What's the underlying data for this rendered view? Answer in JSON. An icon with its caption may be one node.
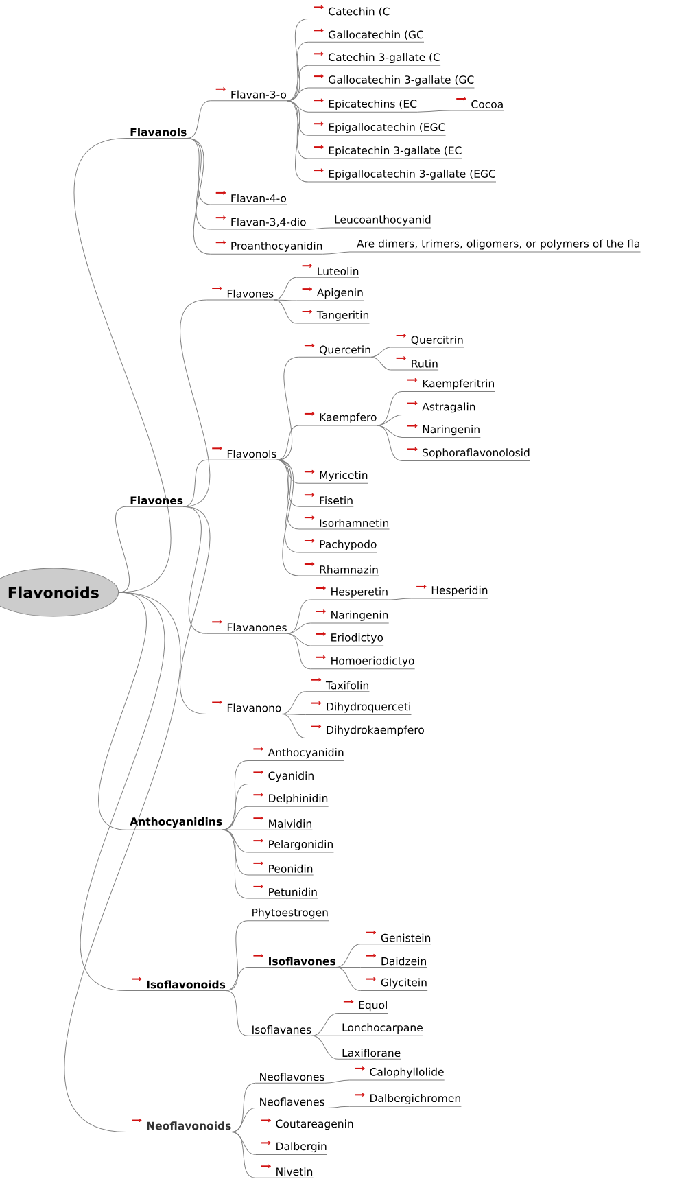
{
  "diagram": {
    "nodes": [
      {
        "text": [
          "Flavonoids"
        ]
      },
      {
        "text": [
          "Flavanols"
        ]
      },
      {
        "text": [
          "Flavan-3-o"
        ]
      },
      {
        "text": [
          "Catechin (C"
        ]
      },
      {
        "text": [
          "Gallocatechin (GC"
        ]
      },
      {
        "text": [
          "Catechin 3-gallate (C"
        ]
      },
      {
        "text": [
          "Gallocatechin 3-gallate (GC"
        ]
      },
      {
        "text": [
          "Epicatechins (EC"
        ]
      },
      {
        "text": [
          "Cocoa"
        ]
      },
      {
        "text": [
          "Epigallocatechin (EGC"
        ]
      },
      {
        "text": [
          "Epicatechin 3-gallate (EC"
        ]
      },
      {
        "text": [
          "Epigallocatechin 3-gallate (EGC"
        ]
      },
      {
        "text": [
          "Flavan-4-o"
        ]
      },
      {
        "text": [
          "Flavan-3,4-dio"
        ]
      },
      {
        "text": [
          "Leucoanthocyanid"
        ]
      },
      {
        "text": [
          "Proanthocyanidin"
        ]
      },
      {
        "text": [
          "Are dimers, trimers, oligomers, or polymers of the fla"
        ]
      },
      {
        "text": [
          "Flavones"
        ]
      },
      {
        "text": [
          "Flavones"
        ]
      },
      {
        "text": [
          "Luteolin"
        ]
      },
      {
        "text": [
          "Apigenin"
        ]
      },
      {
        "text": [
          "Tangeritin"
        ]
      },
      {
        "text": [
          "Flavonols"
        ]
      },
      {
        "text": [
          "Quercetin"
        ]
      },
      {
        "text": [
          "Quercitrin"
        ]
      },
      {
        "text": [
          "Rutin"
        ]
      },
      {
        "text": [
          "Kaempfero"
        ]
      },
      {
        "text": [
          "Kaempferitrin"
        ]
      },
      {
        "text": [
          "Astragalin"
        ]
      },
      {
        "text": [
          "Naringenin"
        ]
      },
      {
        "text": [
          "Sophoraflavonolosid"
        ]
      },
      {
        "text": [
          "Myricetin"
        ]
      },
      {
        "text": [
          "Fisetin"
        ]
      },
      {
        "text": [
          "Isorhamnetin"
        ]
      },
      {
        "text": [
          "Pachypodo"
        ]
      },
      {
        "text": [
          "Rhamnazin"
        ]
      },
      {
        "text": [
          "Flavanones"
        ]
      },
      {
        "text": [
          "Hesperetin"
        ]
      },
      {
        "text": [
          "Hesperidin"
        ]
      },
      {
        "text": [
          "Naringenin"
        ]
      },
      {
        "text": [
          "Eriodictyo"
        ]
      },
      {
        "text": [
          "Homoeriodictyo"
        ]
      },
      {
        "text": [
          "Flavanono"
        ]
      },
      {
        "text": [
          "Taxifolin"
        ]
      },
      {
        "text": [
          "Dihydroquerceti"
        ]
      },
      {
        "text": [
          "Dihydrokaempfero"
        ]
      },
      {
        "text": [
          "Anthocyanidins"
        ]
      },
      {
        "text": [
          "Anthocyanidin"
        ]
      },
      {
        "text": [
          "Cyanidin"
        ]
      },
      {
        "text": [
          "Delphinidin"
        ]
      },
      {
        "text": [
          "Malvidin"
        ]
      },
      {
        "text": [
          "Pelargonidin"
        ]
      },
      {
        "text": [
          "Peonidin"
        ]
      },
      {
        "text": [
          "Petunidin"
        ]
      },
      {
        "text": [
          "Isoflavonoids"
        ]
      },
      {
        "text": [
          "Phytoestrogen"
        ]
      },
      {
        "text": [
          "Isoflavones"
        ]
      },
      {
        "text": [
          "Genistein"
        ]
      },
      {
        "text": [
          "Daidzein"
        ]
      },
      {
        "text": [
          "Glycitein"
        ]
      },
      {
        "text": [
          "Isoflavanes"
        ]
      },
      {
        "text": [
          "Equol"
        ]
      },
      {
        "text": [
          "Lonchocarpane"
        ]
      },
      {
        "text": [
          "Laxiflorane"
        ]
      },
      {
        "text": [
          "Neoflavonoids"
        ]
      },
      {
        "text": [
          "Neoflavones"
        ]
      },
      {
        "text": [
          "Calophyllolide"
        ]
      },
      {
        "text": [
          "Neoflavenes"
        ]
      },
      {
        "text": [
          "Dalbergichromen"
        ]
      },
      {
        "text": [
          "Coutareagenin"
        ]
      },
      {
        "text": [
          "Dalbergin"
        ]
      },
      {
        "text": [
          "Nivetin"
        ]
      }
    ],
    "edges": [
      {
        "from": 0,
        "to": 1,
        "arrow": "none"
      },
      {
        "from": 1,
        "to": 2,
        "arrow": "none"
      },
      {
        "from": 2,
        "to": 3,
        "arrow": "none"
      },
      {
        "from": 2,
        "to": 4,
        "arrow": "none"
      },
      {
        "from": 2,
        "to": 5,
        "arrow": "none"
      },
      {
        "from": 2,
        "to": 6,
        "arrow": "none"
      },
      {
        "from": 2,
        "to": 7,
        "arrow": "none"
      },
      {
        "from": 7,
        "to": 8,
        "arrow": "none"
      },
      {
        "from": 2,
        "to": 9,
        "arrow": "none"
      },
      {
        "from": 2,
        "to": 10,
        "arrow": "none"
      },
      {
        "from": 2,
        "to": 11,
        "arrow": "none"
      },
      {
        "from": 1,
        "to": 12,
        "arrow": "none"
      },
      {
        "from": 1,
        "to": 13,
        "arrow": "none"
      },
      {
        "from": 13,
        "to": 14,
        "arrow": "none"
      },
      {
        "from": 1,
        "to": 15,
        "arrow": "none"
      },
      {
        "from": 15,
        "to": 16,
        "arrow": "none"
      },
      {
        "from": 0,
        "to": 17,
        "arrow": "none"
      },
      {
        "from": 17,
        "to": 18,
        "arrow": "none"
      },
      {
        "from": 18,
        "to": 19,
        "arrow": "none"
      },
      {
        "from": 18,
        "to": 20,
        "arrow": "none"
      },
      {
        "from": 18,
        "to": 21,
        "arrow": "none"
      },
      {
        "from": 17,
        "to": 22,
        "arrow": "none"
      },
      {
        "from": 22,
        "to": 23,
        "arrow": "none"
      },
      {
        "from": 23,
        "to": 24,
        "arrow": "none"
      },
      {
        "from": 23,
        "to": 25,
        "arrow": "none"
      },
      {
        "from": 22,
        "to": 26,
        "arrow": "none"
      },
      {
        "from": 26,
        "to": 27,
        "arrow": "none"
      },
      {
        "from": 26,
        "to": 28,
        "arrow": "none"
      },
      {
        "from": 26,
        "to": 29,
        "arrow": "none"
      },
      {
        "from": 26,
        "to": 30,
        "arrow": "none"
      },
      {
        "from": 22,
        "to": 31,
        "arrow": "none"
      },
      {
        "from": 22,
        "to": 32,
        "arrow": "none"
      },
      {
        "from": 22,
        "to": 33,
        "arrow": "none"
      },
      {
        "from": 22,
        "to": 34,
        "arrow": "none"
      },
      {
        "from": 22,
        "to": 35,
        "arrow": "none"
      },
      {
        "from": 17,
        "to": 36,
        "arrow": "none"
      },
      {
        "from": 36,
        "to": 37,
        "arrow": "none"
      },
      {
        "from": 37,
        "to": 38,
        "arrow": "none"
      },
      {
        "from": 36,
        "to": 39,
        "arrow": "none"
      },
      {
        "from": 36,
        "to": 40,
        "arrow": "none"
      },
      {
        "from": 36,
        "to": 41,
        "arrow": "none"
      },
      {
        "from": 17,
        "to": 42,
        "arrow": "none"
      },
      {
        "from": 42,
        "to": 43,
        "arrow": "none"
      },
      {
        "from": 42,
        "to": 44,
        "arrow": "none"
      },
      {
        "from": 42,
        "to": 45,
        "arrow": "none"
      },
      {
        "from": 0,
        "to": 46,
        "arrow": "none"
      },
      {
        "from": 46,
        "to": 47,
        "arrow": "none"
      },
      {
        "from": 46,
        "to": 48,
        "arrow": "none"
      },
      {
        "from": 46,
        "to": 49,
        "arrow": "none"
      },
      {
        "from": 46,
        "to": 50,
        "arrow": "none"
      },
      {
        "from": 46,
        "to": 51,
        "arrow": "none"
      },
      {
        "from": 46,
        "to": 52,
        "arrow": "none"
      },
      {
        "from": 46,
        "to": 53,
        "arrow": "none"
      },
      {
        "from": 0,
        "to": 54,
        "arrow": "none"
      },
      {
        "from": 54,
        "to": 55,
        "arrow": "none"
      },
      {
        "from": 54,
        "to": 56,
        "arrow": "none"
      },
      {
        "from": 56,
        "to": 57,
        "arrow": "none"
      },
      {
        "from": 56,
        "to": 58,
        "arrow": "none"
      },
      {
        "from": 56,
        "to": 59,
        "arrow": "none"
      },
      {
        "from": 54,
        "to": 60,
        "arrow": "none"
      },
      {
        "from": 60,
        "to": 61,
        "arrow": "none"
      },
      {
        "from": 60,
        "to": 62,
        "arrow": "none"
      },
      {
        "from": 60,
        "to": 63,
        "arrow": "none"
      },
      {
        "from": 0,
        "to": 64,
        "arrow": "none"
      },
      {
        "from": 64,
        "to": 65,
        "arrow": "none"
      },
      {
        "from": 65,
        "to": 66,
        "arrow": "none"
      },
      {
        "from": 64,
        "to": 67,
        "arrow": "none"
      },
      {
        "from": 67,
        "to": 68,
        "arrow": "none"
      },
      {
        "from": 64,
        "to": 69,
        "arrow": "none"
      },
      {
        "from": 64,
        "to": 70,
        "arrow": "none"
      },
      {
        "from": 64,
        "to": 71,
        "arrow": "none"
      }
    ]
  }
}
